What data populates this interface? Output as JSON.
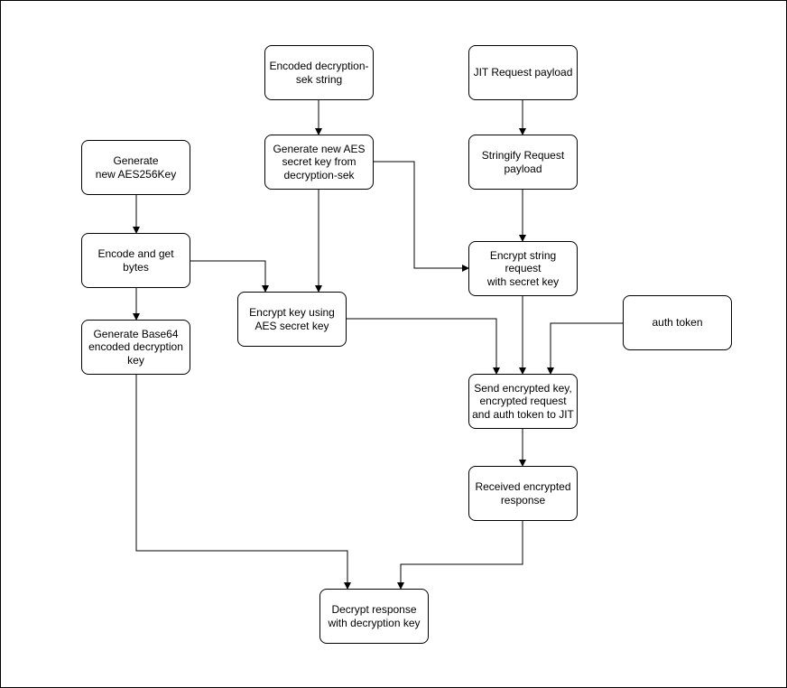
{
  "diagram": {
    "nodes": [
      {
        "id": "enc_sek",
        "label": "Encoded decryption-\nsek string"
      },
      {
        "id": "jit_payload",
        "label": "JIT Request payload"
      },
      {
        "id": "gen_aes256",
        "label": "Generate\nnew AES256Key"
      },
      {
        "id": "gen_secret",
        "label": "Generate new AES\nsecret key from\ndecryption-sek"
      },
      {
        "id": "stringify",
        "label": "Stringify Request\npayload"
      },
      {
        "id": "encode_bytes",
        "label": "Encode and get\nbytes"
      },
      {
        "id": "encrypt_str",
        "label": "Encrypt string request\nwith secret key"
      },
      {
        "id": "encrypt_key",
        "label": "Encrypt key using\nAES secret key"
      },
      {
        "id": "auth_token",
        "label": "auth token"
      },
      {
        "id": "gen_base64",
        "label": "Generate Base64\nencoded decryption\nkey"
      },
      {
        "id": "send_jit",
        "label": "Send encrypted key,\nencrypted request\nand auth token to JIT"
      },
      {
        "id": "received",
        "label": "Received encrypted\nresponse"
      },
      {
        "id": "decrypt",
        "label": "Decrypt response\nwith decryption key"
      }
    ],
    "edges": [
      {
        "from": "enc_sek",
        "to": "gen_secret"
      },
      {
        "from": "jit_payload",
        "to": "stringify"
      },
      {
        "from": "gen_aes256",
        "to": "encode_bytes"
      },
      {
        "from": "stringify",
        "to": "encrypt_str"
      },
      {
        "from": "gen_secret",
        "to": "encrypt_str"
      },
      {
        "from": "gen_secret",
        "to": "encrypt_key"
      },
      {
        "from": "encode_bytes",
        "to": "encrypt_key"
      },
      {
        "from": "encode_bytes",
        "to": "gen_base64"
      },
      {
        "from": "encrypt_key",
        "to": "send_jit"
      },
      {
        "from": "encrypt_str",
        "to": "send_jit"
      },
      {
        "from": "auth_token",
        "to": "send_jit"
      },
      {
        "from": "send_jit",
        "to": "received"
      },
      {
        "from": "gen_base64",
        "to": "decrypt"
      },
      {
        "from": "received",
        "to": "decrypt"
      }
    ]
  }
}
